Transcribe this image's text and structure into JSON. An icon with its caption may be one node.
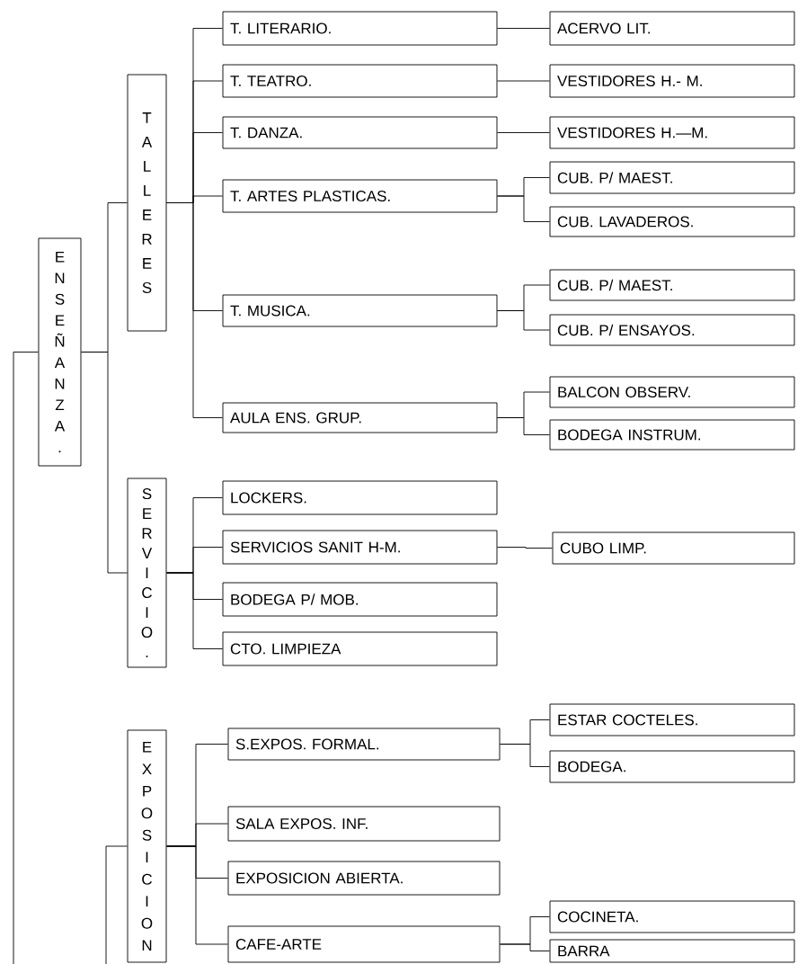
{
  "diagram": {
    "nodes": [
      {
        "text": [
          "ENSEÑANZA."
        ]
      },
      {
        "text": [
          "TALLERES"
        ]
      },
      {
        "text": [
          "T. LITERARIO."
        ]
      },
      {
        "text": [
          "ACERVO LIT."
        ]
      },
      {
        "text": [
          "T. TEATRO."
        ]
      },
      {
        "text": [
          "VESTIDORES H.- M."
        ]
      },
      {
        "text": [
          "T. DANZA."
        ]
      },
      {
        "text": [
          "VESTIDORES H.—M."
        ]
      },
      {
        "text": [
          "T. ARTES PLASTICAS."
        ]
      },
      {
        "text": [
          "CUB. P/ MAEST."
        ]
      },
      {
        "text": [
          "CUB. LAVADEROS."
        ]
      },
      {
        "text": [
          "T. MUSICA."
        ]
      },
      {
        "text": [
          "CUB. P/ MAEST."
        ]
      },
      {
        "text": [
          "CUB. P/ ENSAYOS."
        ]
      },
      {
        "text": [
          "AULA ENS. GRUP."
        ]
      },
      {
        "text": [
          "BALCON OBSERV."
        ]
      },
      {
        "text": [
          "BODEGA INSTRUM."
        ]
      },
      {
        "text": [
          "SERVICIO."
        ]
      },
      {
        "text": [
          "LOCKERS."
        ]
      },
      {
        "text": [
          "SERVICIOS SANIT H-M."
        ]
      },
      {
        "text": [
          "CUBO LIMP."
        ]
      },
      {
        "text": [
          "BODEGA P/ MOB."
        ]
      },
      {
        "text": [
          "CTO. LIMPIEZA"
        ]
      },
      {
        "text": [
          "EXPOSICION"
        ]
      },
      {
        "text": [
          "S.EXPOS. FORMAL."
        ]
      },
      {
        "text": [
          "ESTAR COCTELES."
        ]
      },
      {
        "text": [
          "BODEGA."
        ]
      },
      {
        "text": [
          "SALA EXPOS. INF."
        ]
      },
      {
        "text": [
          "EXPOSICION ABIERTA."
        ]
      },
      {
        "text": [
          "CAFE-ARTE"
        ]
      },
      {
        "text": [
          "COCINETA."
        ]
      },
      {
        "text": [
          "BARRA"
        ]
      }
    ],
    "edges": [
      {
        "from": null,
        "to": 0,
        "arrow": "none"
      },
      {
        "from": 0,
        "to": 1,
        "arrow": "none"
      },
      {
        "from": 0,
        "to": 17,
        "arrow": "none"
      },
      {
        "from": 1,
        "to": 2,
        "arrow": "none"
      },
      {
        "from": 1,
        "to": 4,
        "arrow": "none"
      },
      {
        "from": 1,
        "to": 6,
        "arrow": "none"
      },
      {
        "from": 1,
        "to": 8,
        "arrow": "none"
      },
      {
        "from": 1,
        "to": 11,
        "arrow": "none"
      },
      {
        "from": 1,
        "to": 14,
        "arrow": "none"
      },
      {
        "from": 2,
        "to": 3,
        "arrow": "none"
      },
      {
        "from": 4,
        "to": 5,
        "arrow": "none"
      },
      {
        "from": 6,
        "to": 7,
        "arrow": "none"
      },
      {
        "from": 8,
        "to": 9,
        "arrow": "none"
      },
      {
        "from": 8,
        "to": 10,
        "arrow": "none"
      },
      {
        "from": 11,
        "to": 12,
        "arrow": "none"
      },
      {
        "from": 11,
        "to": 13,
        "arrow": "none"
      },
      {
        "from": 14,
        "to": 15,
        "arrow": "none"
      },
      {
        "from": 14,
        "to": 16,
        "arrow": "none"
      },
      {
        "from": 17,
        "to": 18,
        "arrow": "none"
      },
      {
        "from": 17,
        "to": 19,
        "arrow": "none"
      },
      {
        "from": 17,
        "to": 21,
        "arrow": "none"
      },
      {
        "from": 17,
        "to": 22,
        "arrow": "none"
      },
      {
        "from": 19,
        "to": 20,
        "arrow": "none"
      },
      {
        "from": null,
        "to": 23,
        "arrow": "none"
      },
      {
        "from": 23,
        "to": 24,
        "arrow": "none"
      },
      {
        "from": 23,
        "to": 27,
        "arrow": "none"
      },
      {
        "from": 23,
        "to": 28,
        "arrow": "none"
      },
      {
        "from": 23,
        "to": 29,
        "arrow": "none"
      },
      {
        "from": 24,
        "to": 25,
        "arrow": "none"
      },
      {
        "from": 24,
        "to": 26,
        "arrow": "none"
      },
      {
        "from": 29,
        "to": 30,
        "arrow": "none"
      },
      {
        "from": 29,
        "to": 31,
        "arrow": "none"
      }
    ]
  }
}
